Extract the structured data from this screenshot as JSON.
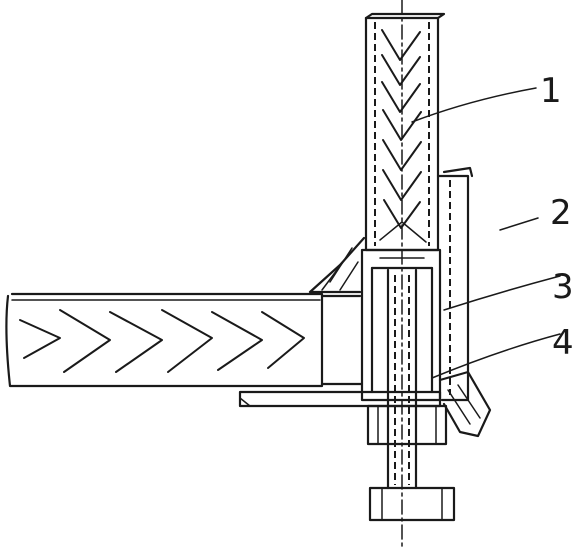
{
  "callouts": [
    {
      "label": "1"
    },
    {
      "label": "2"
    },
    {
      "label": "3"
    },
    {
      "label": "4"
    }
  ],
  "colors": {
    "ink": "#1a1a1a",
    "paper": "#ffffff"
  }
}
